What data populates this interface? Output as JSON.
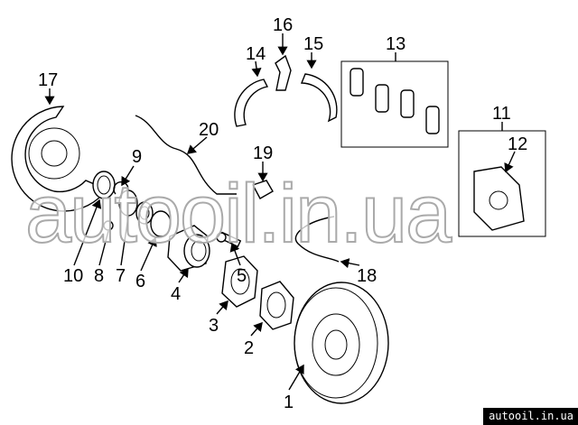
{
  "diagram": {
    "callouts": [
      "1",
      "2",
      "3",
      "4",
      "5",
      "6",
      "7",
      "8",
      "9",
      "10",
      "11",
      "12",
      "13",
      "14",
      "15",
      "16",
      "17",
      "18",
      "19",
      "20"
    ]
  },
  "watermark": {
    "text": "autooil.in.ua"
  },
  "badge": {
    "text": "autooil.in.ua"
  }
}
